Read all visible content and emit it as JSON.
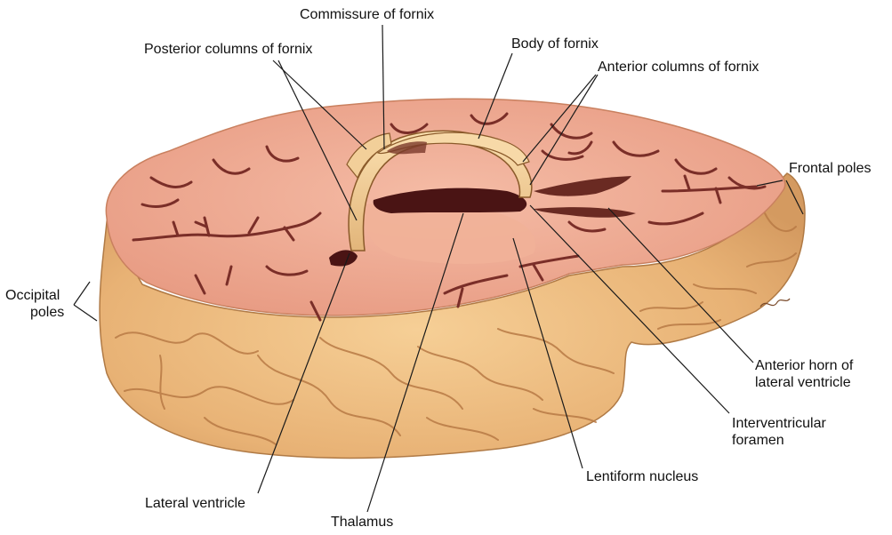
{
  "colors": {
    "gyri_base": "#e8b275",
    "gyri_light": "#f3c98f",
    "gyri_shadow": "#c98c55",
    "cut_surface": "#eea890",
    "cut_surface_light": "#f5bca6",
    "sulcus": "#7a2e28",
    "ventricle": "#4a1414",
    "fornix": "#f0cc95",
    "fornix_edge": "#8a5a2a",
    "leader": "#1a1a1a"
  },
  "labels": {
    "commissure_of_fornix": "Commissure of fornix",
    "posterior_columns_of_fornix": "Posterior columns of fornix",
    "body_of_fornix": "Body of fornix",
    "anterior_columns_of_fornix": "Anterior columns of fornix",
    "frontal_poles": "Frontal poles",
    "occipital_poles_1": "Occipital",
    "occipital_poles_2": "poles",
    "anterior_horn_1": "Anterior horn of",
    "anterior_horn_2": "lateral ventricle",
    "interventricular_1": "Interventricular",
    "interventricular_2": "foramen",
    "lentiform_nucleus": "Lentiform nucleus",
    "lateral_ventricle": "Lateral ventricle",
    "thalamus": "Thalamus"
  }
}
